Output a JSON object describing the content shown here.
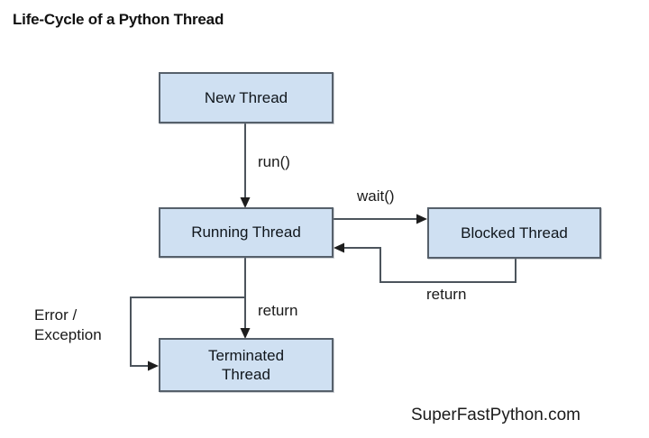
{
  "diagram": {
    "title": "Life-Cycle of a Python Thread",
    "watermark": "SuperFastPython.com",
    "type": "state-flowchart",
    "palette": {
      "node_fill": "#cfe0f2",
      "node_border": "#56606b",
      "edge_stroke": "#4c545c",
      "background": "#ffffff",
      "text": "#10161c"
    },
    "nodes": [
      {
        "id": "new-thread",
        "label": "New Thread"
      },
      {
        "id": "running-thread",
        "label": "Running Thread"
      },
      {
        "id": "blocked-thread",
        "label": "Blocked Thread"
      },
      {
        "id": "terminated-thread",
        "label_line1": "Terminated",
        "label_line2": "Thread"
      }
    ],
    "edges": [
      {
        "id": "new-to-running",
        "from": "new-thread",
        "to": "running-thread",
        "label": "run()"
      },
      {
        "id": "running-to-blocked",
        "from": "running-thread",
        "to": "blocked-thread",
        "label": "wait()"
      },
      {
        "id": "blocked-to-running",
        "from": "blocked-thread",
        "to": "running-thread",
        "label": "return"
      },
      {
        "id": "running-to-terminated",
        "from": "running-thread",
        "to": "terminated-thread",
        "label": "return"
      },
      {
        "id": "error-to-terminated",
        "from": "running-thread",
        "to": "terminated-thread",
        "label_line1": "Error /",
        "label_line2": "Exception"
      }
    ]
  }
}
